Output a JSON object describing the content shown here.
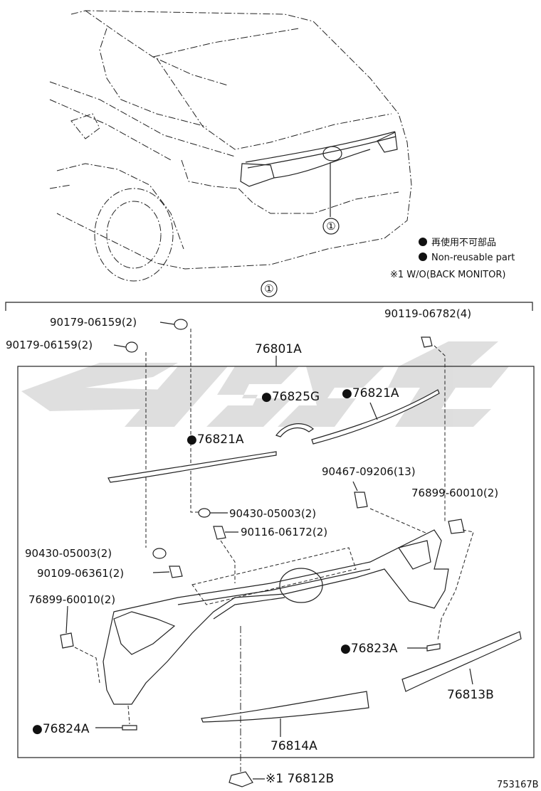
{
  "legend": {
    "non_reusable_jp": "再使用不可部品",
    "non_reusable_en": "Non-reusable part",
    "note": "※1 W/O(BACK MONITOR)"
  },
  "callouts": {
    "car": "①",
    "group": "①"
  },
  "parts": {
    "p1": "90179-06159(2)",
    "p2": "90179-06159(2)",
    "p3": "76801A",
    "p4": "90119-06782(4)",
    "p5": "●76825G",
    "p6": "●76821A",
    "p7": "●76821A",
    "p8": "90467-09206(13)",
    "p9": "76899-60010(2)",
    "p10": "90430-05003(2)",
    "p11": "90116-06172(2)",
    "p12": "90430-05003(2)",
    "p13": "90109-06361(2)",
    "p14": "76899-60010(2)",
    "p15": "●76823A",
    "p16": "76813B",
    "p17": "●76824A",
    "p18": "76814A",
    "p19": "※1 76812B"
  },
  "diagram_id": "753167B",
  "colors": {
    "line": "#222222",
    "watermark": "#d9d9d9"
  }
}
